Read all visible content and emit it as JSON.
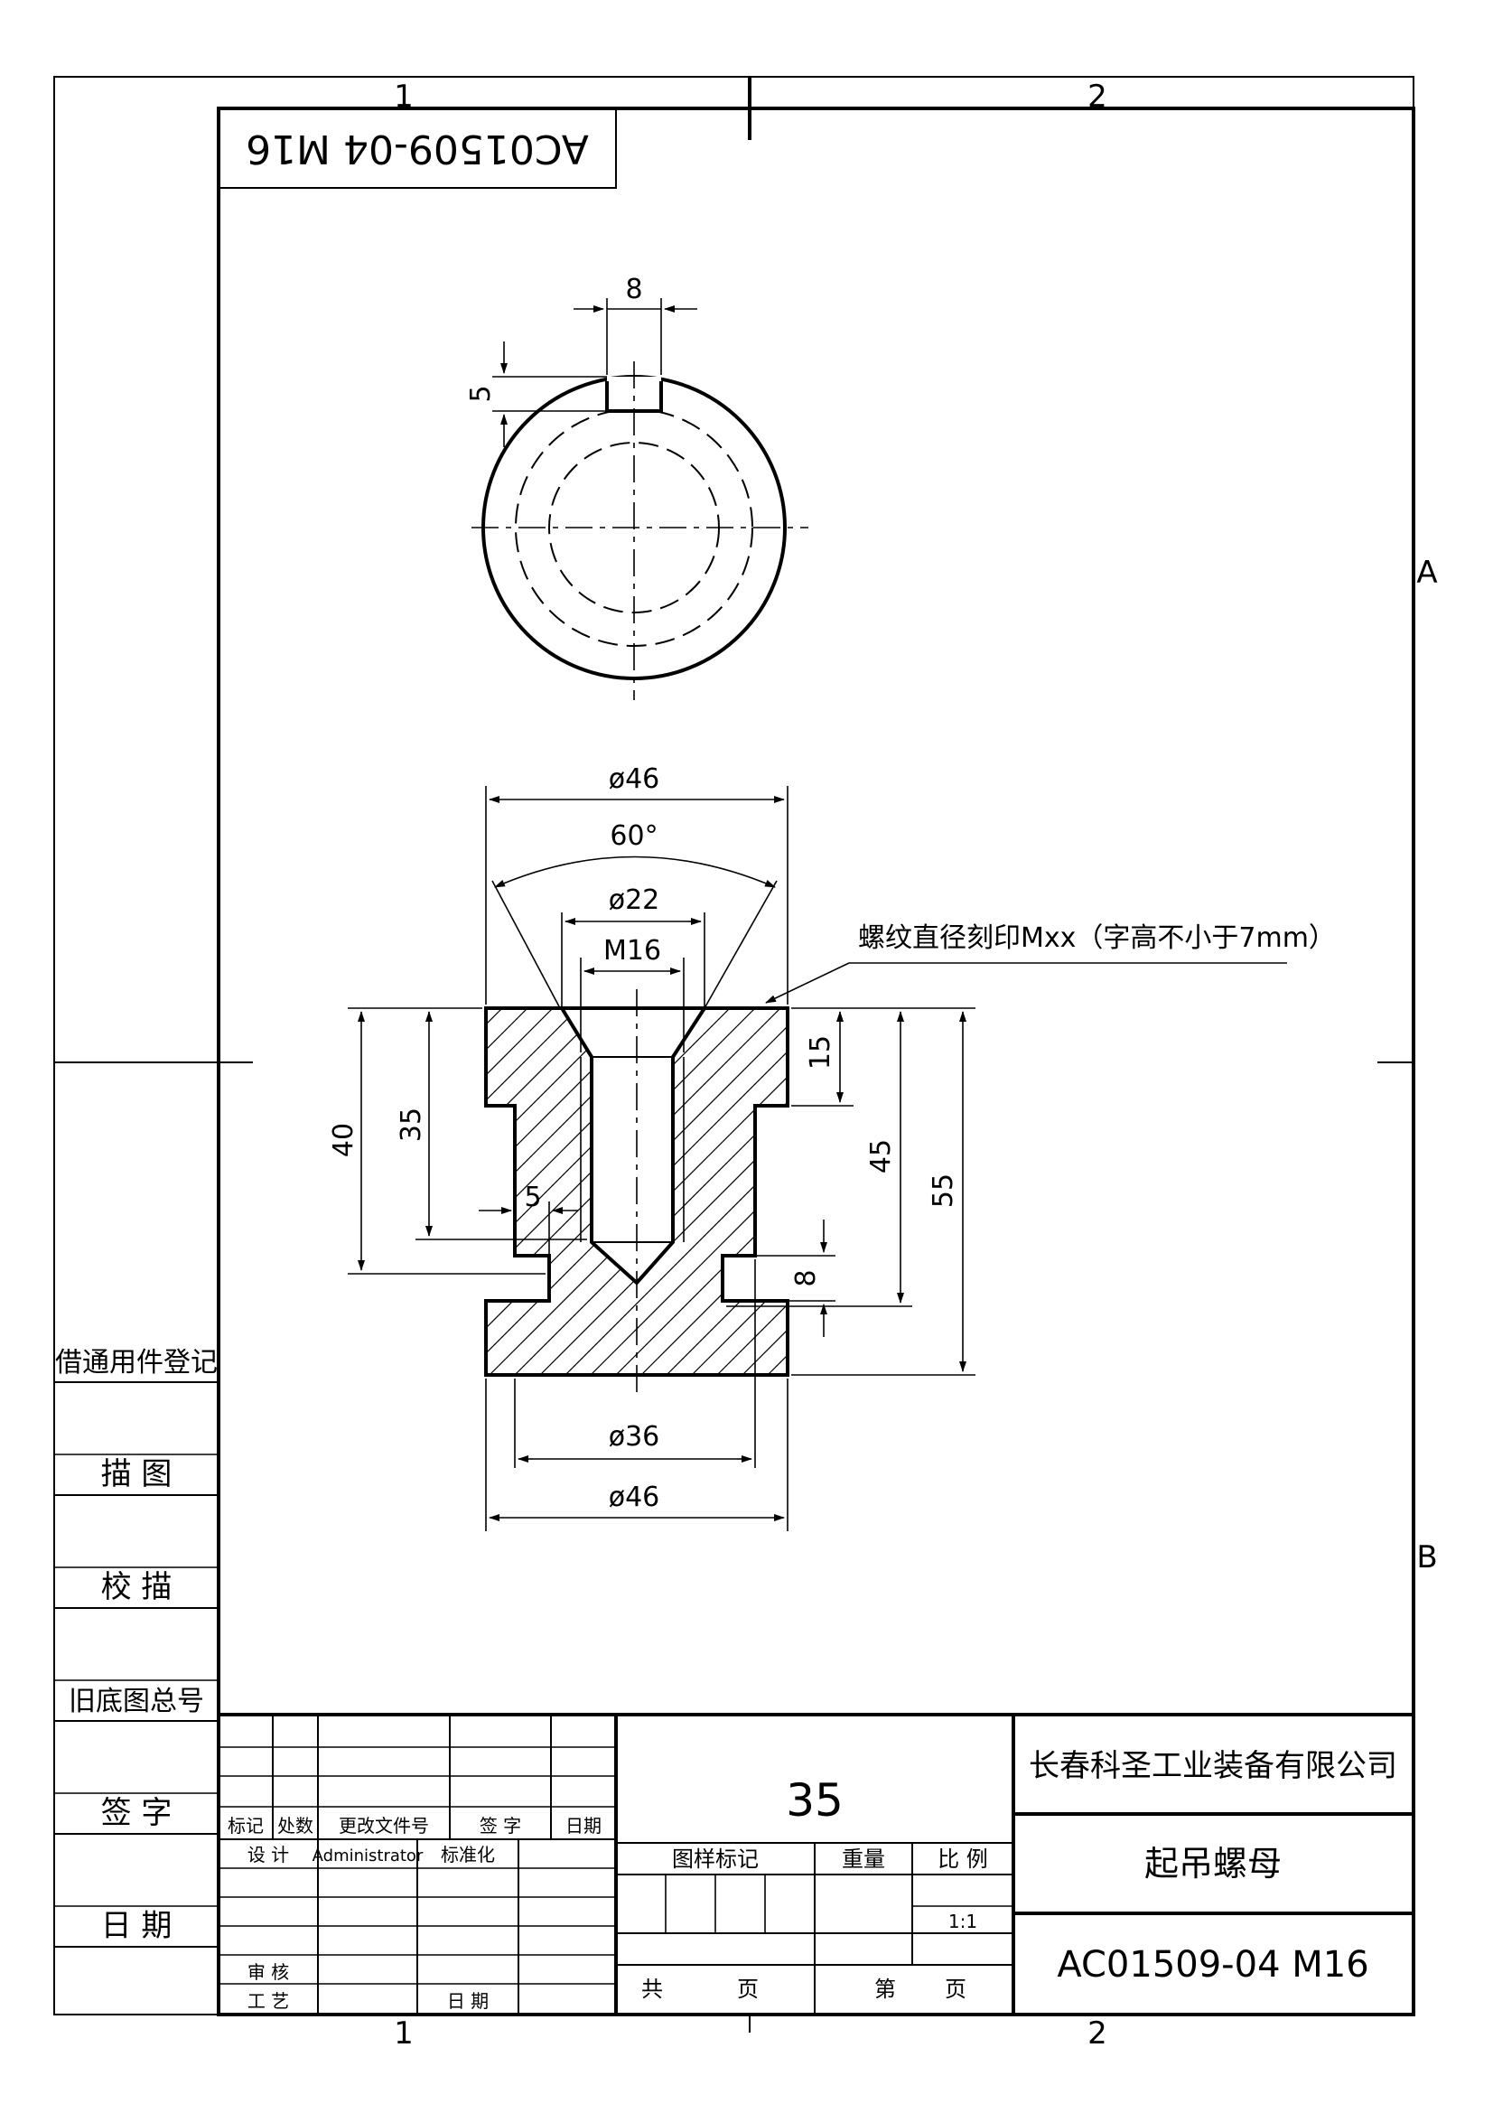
{
  "zones": {
    "col1": "1",
    "col2": "2",
    "rowA": "A",
    "rowB": "B"
  },
  "stamp": {
    "text": "AC01509-04 M16"
  },
  "dimensions": {
    "slot_width": "8",
    "slot_depth": "5",
    "outer_dia_top": "ø46",
    "chamfer_angle": "60°",
    "counterbore_dia": "ø22",
    "thread": "M16",
    "height_40": "40",
    "height_35": "35",
    "offset_5": "5",
    "height_15": "15",
    "height_45": "45",
    "height_55": "55",
    "groove_8": "8",
    "neck_dia": "ø36",
    "outer_dia_bottom": "ø46"
  },
  "annotation": {
    "note": "螺纹直径刻印Mxx（字高不小于7mm）"
  },
  "side_panel": {
    "reg": "借通用件登记",
    "trace": "描 图",
    "check_trace": "校 描",
    "old_no": "旧底图总号",
    "sign": "签 字",
    "date": "日 期"
  },
  "title_block": {
    "rev_headers": {
      "mark": "标记",
      "count": "处数",
      "doc": "更改文件号",
      "sign": "签 字",
      "date": "日期"
    },
    "design_label": "设 计",
    "designer": "Administrator",
    "std_label": "标准化",
    "review_label": "审 核",
    "process_label": "工 艺",
    "date_label": "日 期",
    "material": "35",
    "pattern_mark": "图样标记",
    "weight": "重量",
    "scale_label": "比 例",
    "scale": "1:1",
    "total": "共",
    "sheet_unit": "页",
    "seq": "第",
    "company": "长春科圣工业装备有限公司",
    "part_name": "起吊螺母",
    "drawing_no": "AC01509-04 M16"
  }
}
